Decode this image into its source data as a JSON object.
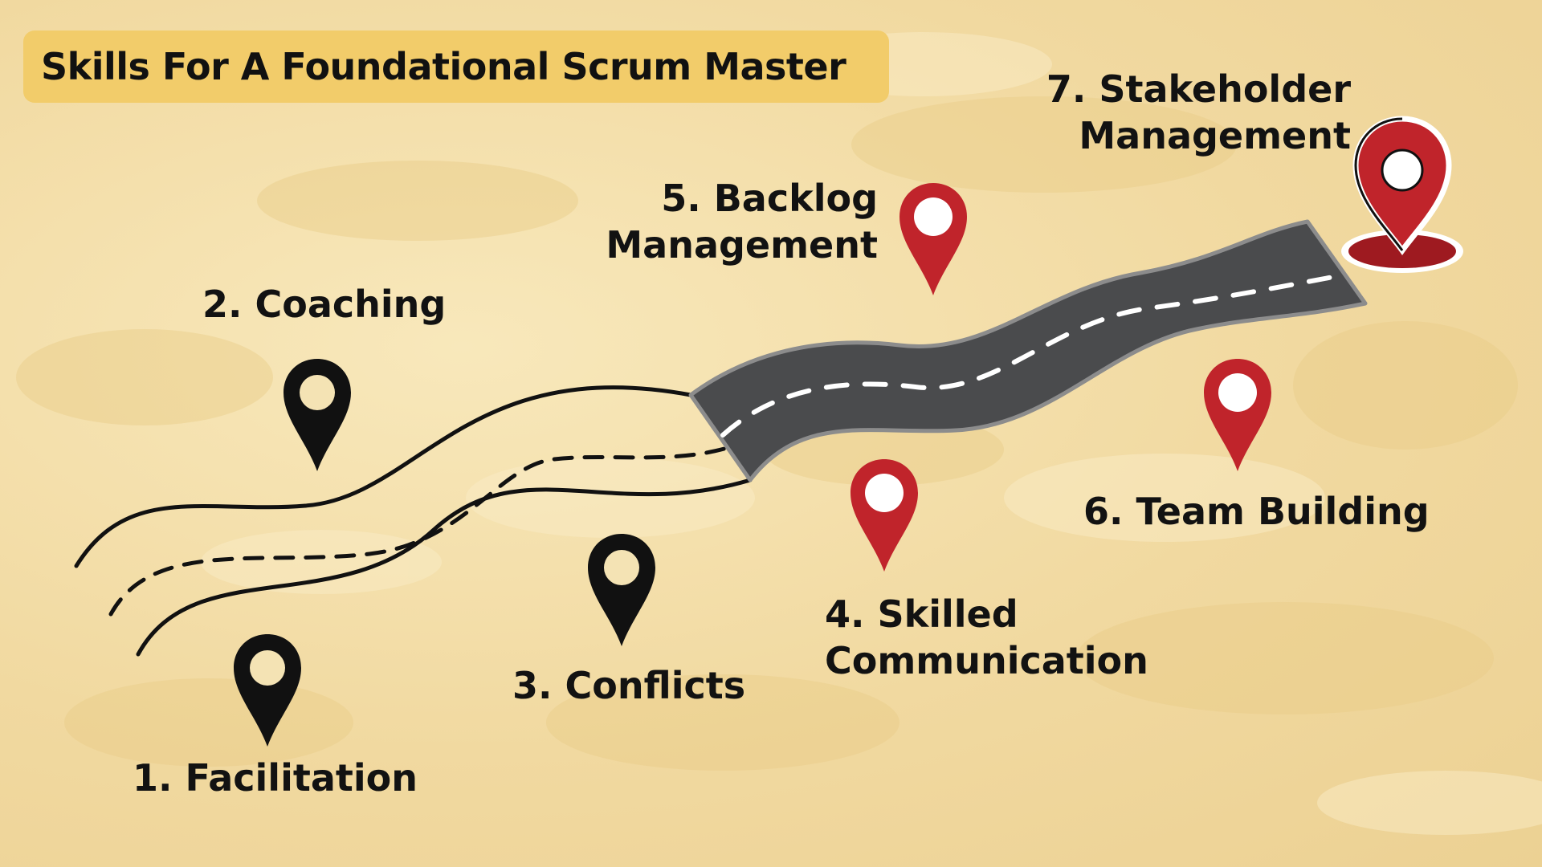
{
  "title": "Skills For A Foundational Scrum Master",
  "colors": {
    "background": "#f1d9a0",
    "title_box": "#f2cc6a",
    "pin_dark": "#111111",
    "pin_red": "#c0242b",
    "road": "#4a4b4d",
    "road_dash": "#ffffff",
    "text": "#121212"
  },
  "skills": [
    {
      "label": "1. Facilitation",
      "pin": "map-pin-icon",
      "pin_color": "dark"
    },
    {
      "label": "2. Coaching",
      "pin": "map-pin-icon",
      "pin_color": "dark"
    },
    {
      "label": "3. Conflicts",
      "pin": "map-pin-icon",
      "pin_color": "dark"
    },
    {
      "label_line1": "4. Skilled",
      "label_line2": "Communication",
      "pin": "map-pin-icon",
      "pin_color": "red"
    },
    {
      "label_line1": "5. Backlog",
      "label_line2": "Management",
      "pin": "map-pin-icon",
      "pin_color": "red"
    },
    {
      "label": "6. Team Building",
      "pin": "map-pin-icon",
      "pin_color": "red"
    },
    {
      "label_line1": "7. Stakeholder",
      "label_line2": "Management",
      "pin": "destination-pin-icon",
      "pin_color": "red"
    }
  ]
}
